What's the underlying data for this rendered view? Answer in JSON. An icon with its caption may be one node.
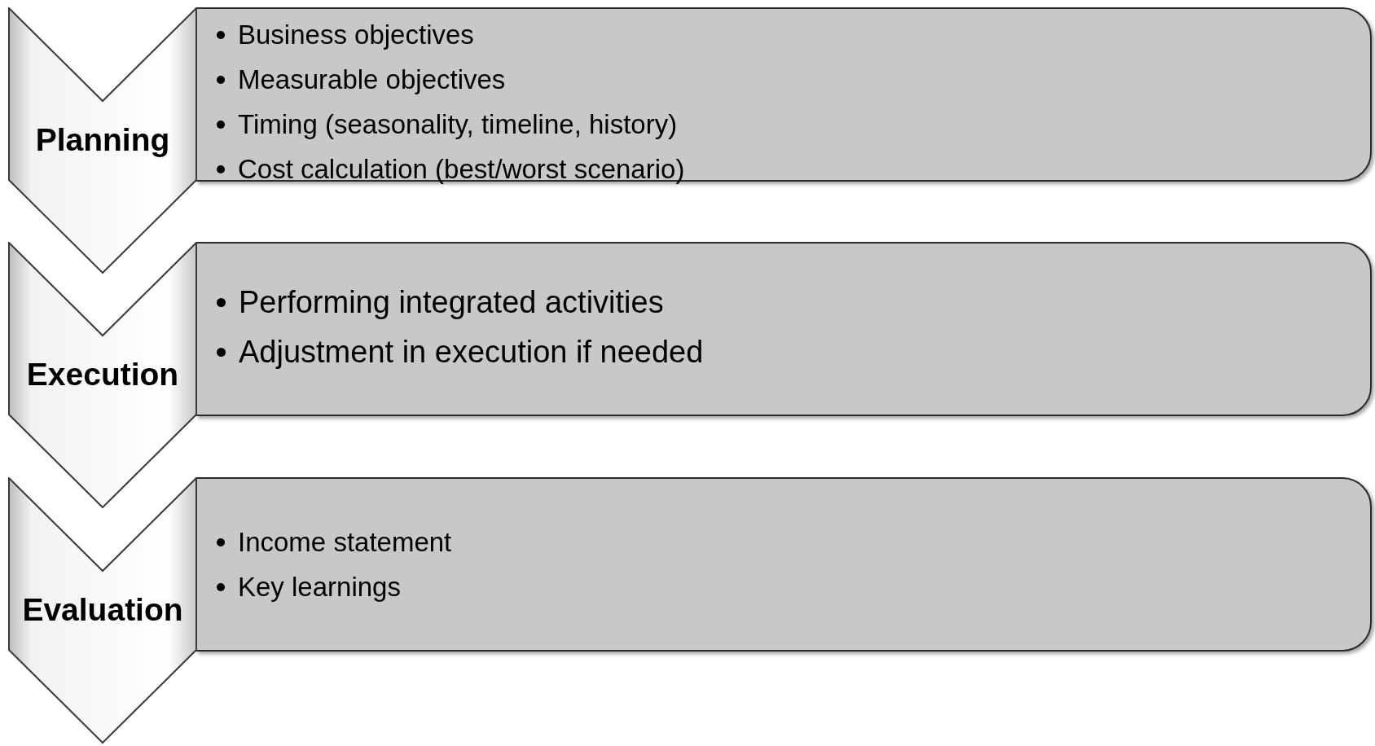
{
  "diagram": {
    "nodes": [
      {
        "text": [
          "Planning"
        ]
      },
      {
        "text": [
          "Business objectives",
          "Measurable objectives",
          "Timing (seasonality, timeline, history)",
          "Cost calculation (best/worst scenario)"
        ]
      },
      {
        "text": [
          "Execution"
        ]
      },
      {
        "text": [
          "Performing integrated activities",
          "Adjustment in execution if needed"
        ]
      },
      {
        "text": [
          "Evaluation"
        ]
      },
      {
        "text": [
          "Income statement",
          "Key learnings"
        ]
      }
    ]
  }
}
